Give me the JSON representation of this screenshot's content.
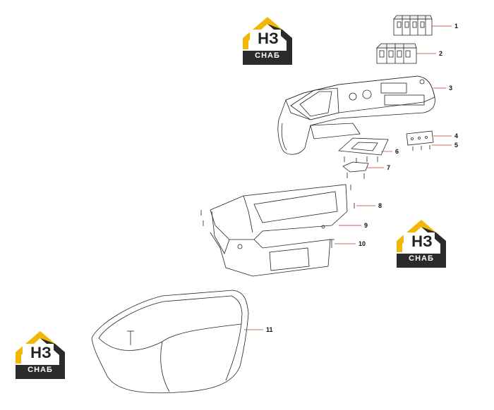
{
  "logo": {
    "mark": "НЗ",
    "text": "СНАБ"
  },
  "callouts": [
    "1",
    "2",
    "3",
    "4",
    "5",
    "6",
    "7",
    "8",
    "9",
    "10",
    "11"
  ],
  "colors": {
    "logo_yellow": "#f2b705",
    "logo_dark": "#2b2b2b",
    "line": "#222222"
  }
}
